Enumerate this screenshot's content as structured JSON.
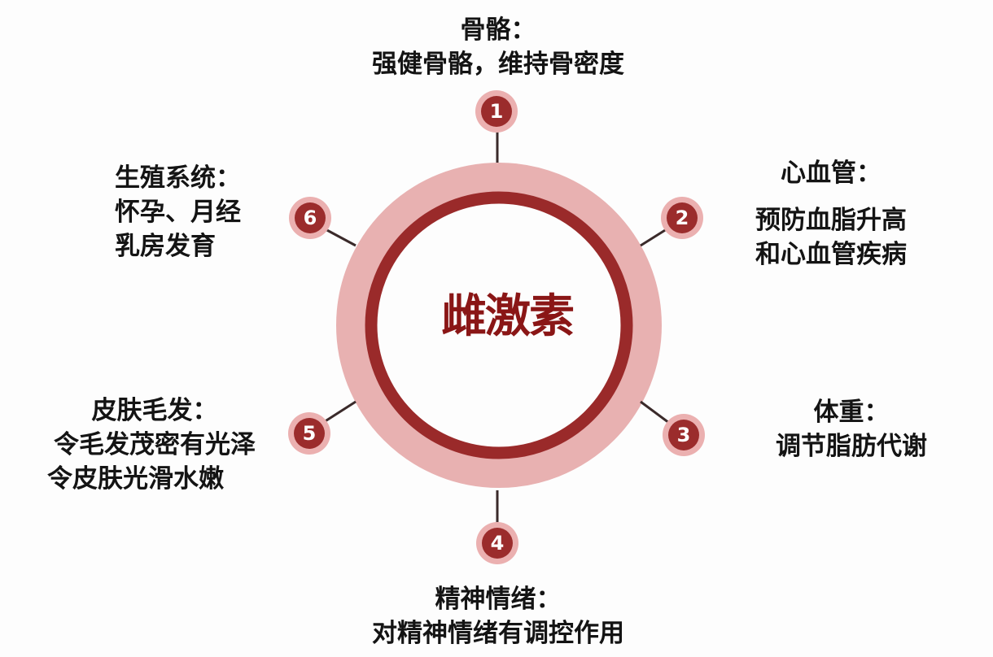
{
  "center": {
    "label": "雌激素"
  },
  "colors": {
    "ring_outer": "#e8b1b1",
    "ring_inner": "#9a2a2a",
    "badge_fill": "#9b2c2c",
    "badge_halo": "#ebb0b0",
    "connector": "#3a2a2a",
    "center_text": "#8a1616",
    "label_text": "#141414"
  },
  "items": [
    {
      "number": "1",
      "title": "骨骼：",
      "lines": [
        "强健骨骼，维持骨密度"
      ]
    },
    {
      "number": "2",
      "title": "心血管：",
      "lines": [
        "预防血脂升高",
        "和心血管疾病"
      ]
    },
    {
      "number": "3",
      "title": "体重：",
      "lines": [
        "调节脂肪代谢"
      ]
    },
    {
      "number": "4",
      "title": "精神情绪：",
      "lines": [
        "对精神情绪有调控作用"
      ]
    },
    {
      "number": "5",
      "title": "皮肤毛发：",
      "lines": [
        "令毛发茂密有光泽",
        "令皮肤光滑水嫩"
      ]
    },
    {
      "number": "6",
      "title": "生殖系统：",
      "lines": [
        "怀孕、月经",
        "乳房发育"
      ]
    }
  ]
}
